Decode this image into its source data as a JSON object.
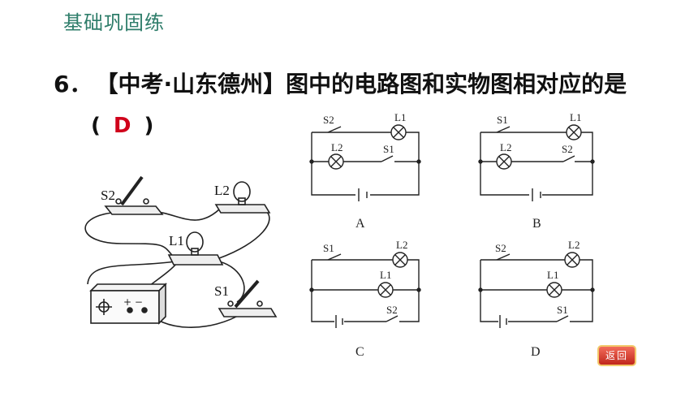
{
  "header": {
    "title": "基础巩固练"
  },
  "question": {
    "number": "6．",
    "text": "【中考·山东德州】图中的电路图和实物图相对应的是",
    "paren_open": "(",
    "answer": "D",
    "paren_close": ")"
  },
  "photo_labels": {
    "s2": "S2",
    "l2": "L2",
    "l1": "L1",
    "s1": "S1"
  },
  "options": [
    "A",
    "B",
    "C",
    "D"
  ],
  "circuit_labels": {
    "A": {
      "top_switch": "S2",
      "top_lamp": "L1",
      "mid_lamp": "L2",
      "mid_switch": "S1"
    },
    "B": {
      "top_switch": "S1",
      "top_lamp": "L1",
      "mid_lamp": "L2",
      "mid_switch": "S2"
    },
    "C": {
      "top_switch": "S1",
      "top_lamp": "L2",
      "mid_lamp": "L1",
      "bot_switch": "S2"
    },
    "D": {
      "top_switch": "S2",
      "top_lamp": "L2",
      "mid_lamp": "L1",
      "bot_switch": "S1"
    }
  },
  "back_button": {
    "label": "返回"
  }
}
